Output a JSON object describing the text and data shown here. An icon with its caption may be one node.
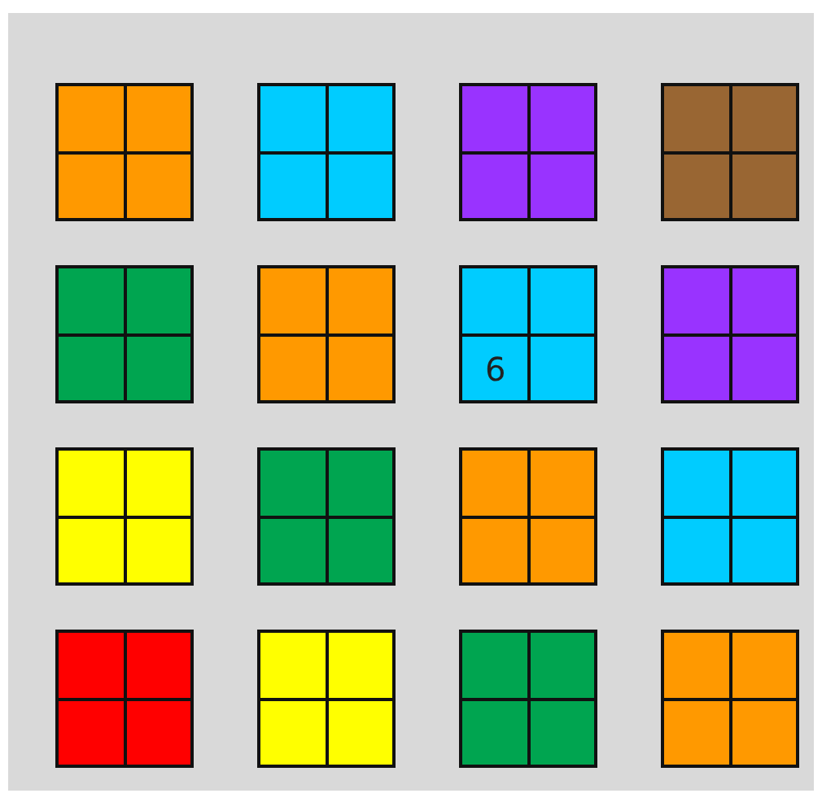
{
  "diagram": {
    "nodes": [
      {
        "text": [],
        "shape": "box"
      },
      {
        "text": [],
        "shape": "box"
      },
      {
        "text": [],
        "shape": "box"
      },
      {
        "text": [],
        "shape": "box"
      },
      {
        "text": [],
        "shape": "box"
      },
      {
        "text": [],
        "shape": "box"
      },
      {
        "text": [],
        "shape": "box"
      },
      {
        "text": [],
        "shape": "box"
      },
      {
        "text": [],
        "shape": "box"
      },
      {
        "text": [],
        "shape": "box"
      },
      {
        "text": [],
        "shape": "box"
      },
      {
        "text": [],
        "shape": "box"
      },
      {
        "text": [],
        "shape": "box"
      },
      {
        "text": [],
        "shape": "box"
      },
      {
        "text": [],
        "shape": "box"
      },
      {
        "text": [],
        "shape": "box"
      },
      {
        "text": [
          "6"
        ],
        "in": 6
      }
    ]
  }
}
